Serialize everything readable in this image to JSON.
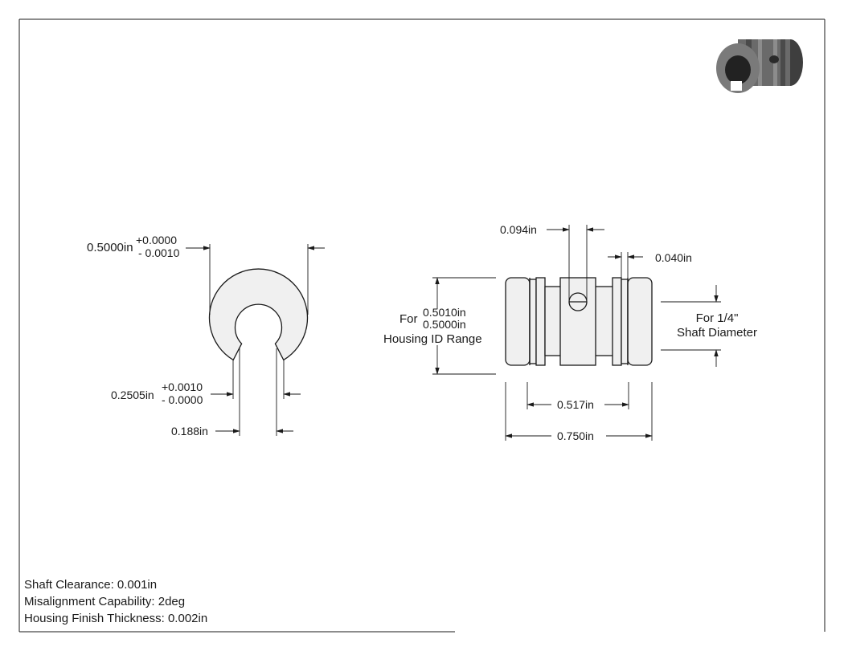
{
  "left_view": {
    "od_nominal": "0.5000in",
    "od_tol_plus": "+0.0000",
    "od_tol_minus": "- 0.0010",
    "id_nominal": "0.2505in",
    "id_tol_plus": "+0.0010",
    "id_tol_minus": "- 0.0000",
    "slot_width": "0.188in"
  },
  "right_view": {
    "hole_width": "0.094in",
    "groove_width": "0.040in",
    "housing_for": "For",
    "housing_max": "0.5010in",
    "housing_min": "0.5000in",
    "housing_range_label": "Housing ID Range",
    "shaft_line1": "For 1/4\"",
    "shaft_line2": "Shaft Diameter",
    "inner_length": "0.517in",
    "overall_length": "0.750in"
  },
  "notes": [
    "Shaft Clearance: 0.001in",
    "Misalignment Capability: 2deg",
    "Housing Finish Thickness: 0.002in"
  ],
  "colors": {
    "line": "#1a1a1a",
    "part_fill": "#f0f0f0",
    "thumbnail_dark": "#4a4a4a",
    "thumbnail_light": "#8a8a8a"
  }
}
